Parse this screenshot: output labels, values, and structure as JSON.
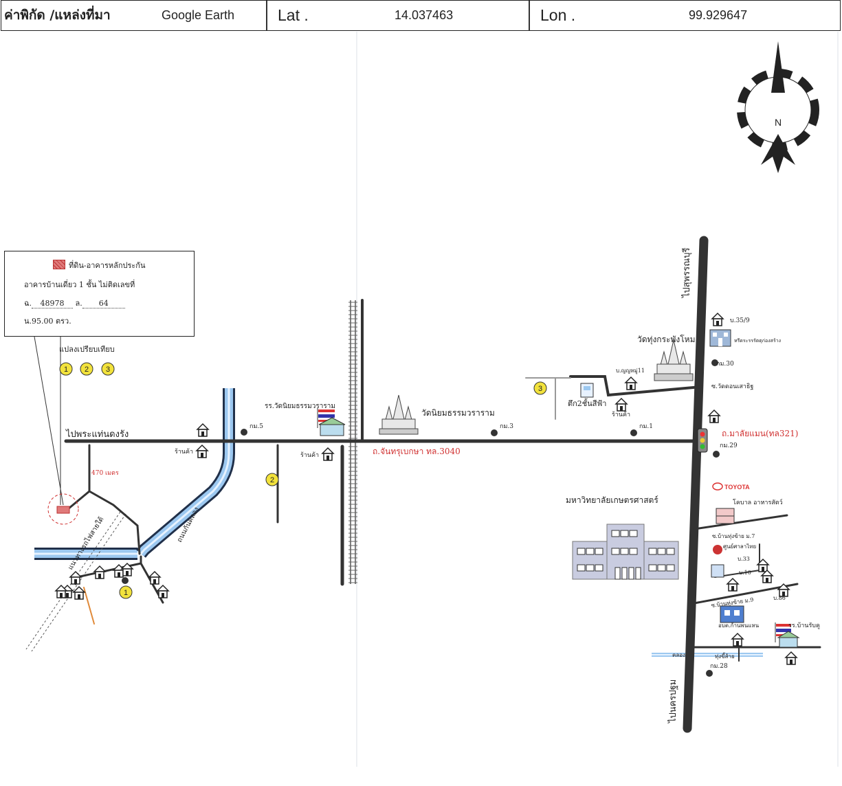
{
  "header": {
    "label_coord": "ค่าพิกัด /แหล่งที่มา",
    "source": "Google Earth",
    "lat_label": "Lat .",
    "lat_value": "14.037463",
    "lon_label": "Lon .",
    "lon_value": "99.929647"
  },
  "legend": {
    "title": "ที่ดิน-อาคารหลักประกัน",
    "desc": "อาคารบ้านเดี่ยว 1 ชั้น ไม่ติดเลขที่",
    "deed_prefix": "ฉ.",
    "deed_no": "48978",
    "land_prefix": "ล.",
    "land_no": "64",
    "area": "น.95.00 ตรว.",
    "comparison": "แปลงเปรียบเทียบ",
    "markers": [
      "1",
      "2",
      "3"
    ]
  },
  "compass": {
    "label": "N"
  },
  "labels": {
    "to_phra_thaen": "ไปพระแท่นดงรัง",
    "to_suphan": "ไปสุพรรณบุรี",
    "to_nakhon_pathom": "ไปนครปฐม",
    "road_3040": "ถ.จันทรุเบกษา ทล.3040",
    "road_321": "ถ.มาลัยแมน(ทล321)",
    "canal": "ถนนกันคลอง",
    "railway": "แนวทางรถไฟสายใต้",
    "distance": "470 เมตร",
    "school_wat": "รร.วัดนิยมธรรมวราราม",
    "wat_niyom": "วัดนิยมธรรมวราราม",
    "wat_thung": "วัดทุ่งกระพังโหม",
    "university": "มหาวิทยาลัยเกษตรศาสตร์",
    "toyota": "TOYOTA",
    "km5": "กม.5",
    "km3": "กม.3",
    "km1": "กม.1",
    "km30": "กม.30",
    "km29": "กม.29",
    "km28": "กม.28",
    "shop_left": "ร้านค้า",
    "shop_mid": "ร้านค้า",
    "shop_right": "ร้านค้า",
    "two_storey": "ตึก2ชั้นสีฟ้า",
    "house_35_9": "บ.35/9",
    "jewel_shop": "หรีดระรรรัตตุก่องสร้าง",
    "soi_yai11": "บ.ญญหมู่11",
    "wat_khok": "ซ.วัดดอนเสาธิฐ",
    "hospital": "โคบาล อาหารสัตว์",
    "soi_thung7": "ซ.บ้านทุ่งข้าย ม.7",
    "thai_shop": "ศูนย์ศาลาไทย",
    "h33": "บ.33",
    "h10": "บ.10",
    "h86": "บ.86",
    "soi_thung9": "ซ.บ้านทุ่งข้าย ม.9",
    "market": "อบต.ก้านพนแหน",
    "school_right": "รร.บ้านรับคู",
    "canal_right": "คลอง",
    "thung_sala": "ทุ่งขี้ส้าย"
  },
  "colors": {
    "road": "#333333",
    "water": "#7fb2e6",
    "red_text": "#d03030",
    "marker": "#f2e23c",
    "building": "#c9cce0"
  }
}
